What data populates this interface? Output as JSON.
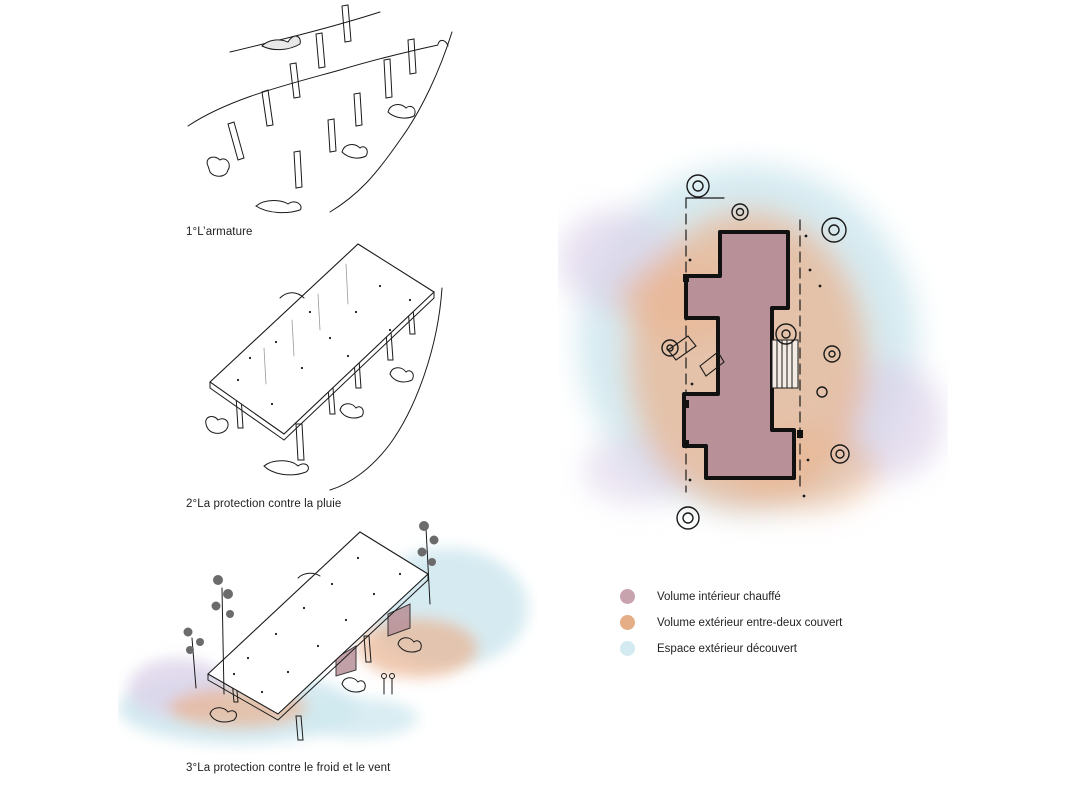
{
  "steps": [
    {
      "caption": "1°L’armature"
    },
    {
      "caption": "2°La protection contre la pluie"
    },
    {
      "caption": "3°La protection contre le froid et le vent"
    }
  ],
  "legend": [
    {
      "label": "Volume intérieur chauffé",
      "color": "#c7a3ad"
    },
    {
      "label": "Volume extérieur entre-deux couvert",
      "color": "#e6ae86"
    },
    {
      "label": "Espace extérieur découvert",
      "color": "#d3ebf0"
    }
  ],
  "colors": {
    "ink": "#1a1a1a",
    "interior": "#b89098",
    "covered": "#e9b491",
    "open": "#cfe8ef",
    "mist": "#ddd3ea"
  }
}
